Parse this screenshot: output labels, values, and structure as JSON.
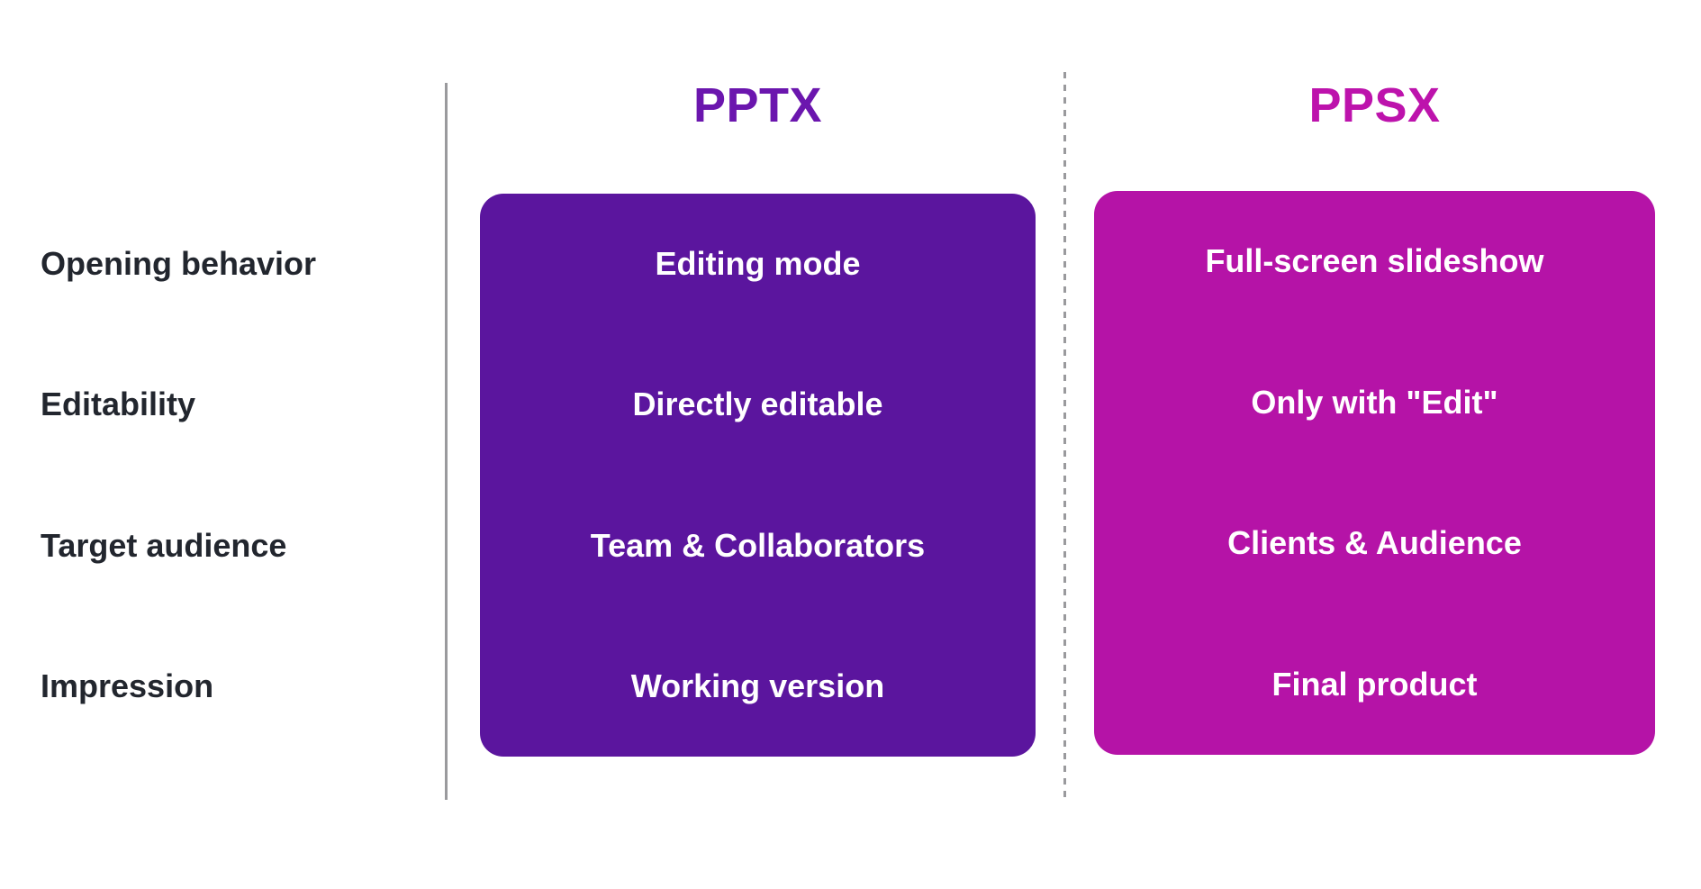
{
  "comparison": {
    "row_labels": [
      "Opening behavior",
      "Editability",
      "Target audience",
      "Impression"
    ],
    "columns": [
      {
        "header": "PPTX",
        "header_color": "#6B16AE",
        "card_color": "#5B159E",
        "values": [
          "Editing mode",
          "Directly editable",
          "Team & Collaborators",
          "Working version"
        ]
      },
      {
        "header": "PPSX",
        "header_color": "#BD13AC",
        "card_color": "#B513A7",
        "values": [
          "Full-screen slideshow",
          "Only with \"Edit\"",
          "Clients & Audience",
          "Final product"
        ]
      }
    ],
    "dividers": {
      "solid_color": "#9a9a9d",
      "dotted_color": "#9a9a9d"
    },
    "label_color": "#22262E",
    "value_text_color": "#FFFFFF",
    "background_color": "#FFFFFF"
  }
}
